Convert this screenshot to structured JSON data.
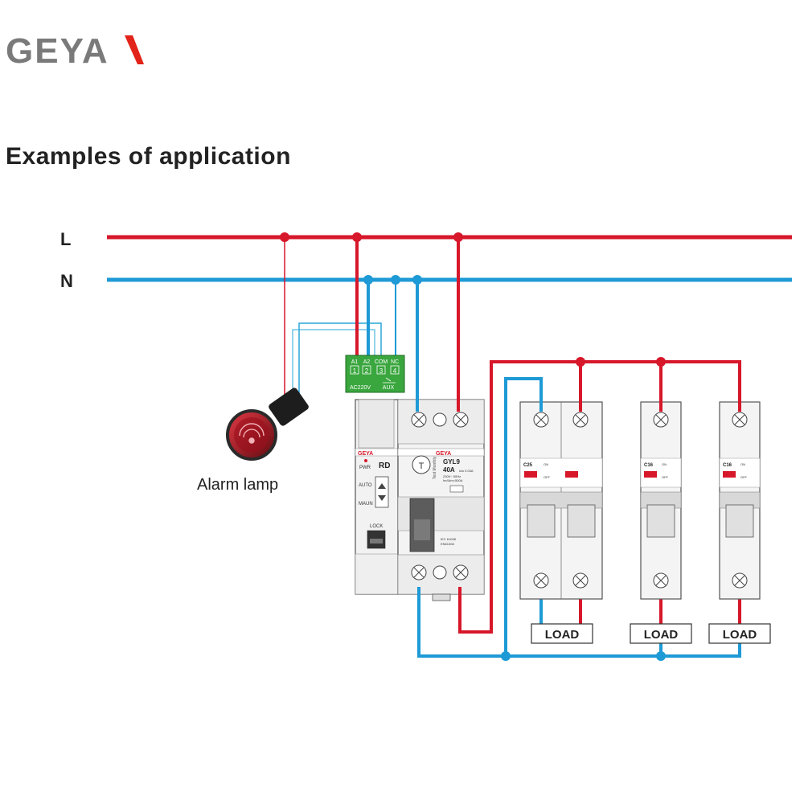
{
  "brand": {
    "logo_text": "GEYA"
  },
  "heading": "Examples of application",
  "lines": {
    "live": "L",
    "neutral": "N"
  },
  "colors": {
    "live": "#d7172a",
    "neutral": "#1e9ad6",
    "relay_green": "#3aa63e",
    "lamp_red": "#b0101c",
    "logo_gray": "#7a7a7a",
    "logo_red": "#e2231a"
  },
  "aux_block": {
    "terminals": [
      "A1",
      "A2",
      "COM",
      "NC"
    ],
    "numbers": [
      "1",
      "2",
      "3",
      "4"
    ],
    "voltage": "AC220V",
    "aux": "AUX"
  },
  "alarm_lamp": {
    "label": "Alarm lamp",
    "icon": "alarm-bell-icon"
  },
  "recloser": {
    "brand": "GEYA",
    "model": "RD",
    "pwr": "PWR",
    "auto": "AUTO",
    "manual": "MAUN",
    "lock": "LOCK",
    "test": "T",
    "side_text": "Test Monthly"
  },
  "rcbo": {
    "brand": "GEYA",
    "model": "GYL9",
    "rating": "40A",
    "sensitivity": "IΔn 0.03A",
    "spec_1": "230V~ 50Hz",
    "spec_2": "Im/IΔm=500A",
    "standard_1": "IEC 61008",
    "standard_2": "EN61008"
  },
  "breakers": [
    {
      "rating": "C25",
      "on": "ON",
      "off": "OFF"
    },
    {
      "rating": "C16",
      "on": "ON",
      "off": "OFF"
    },
    {
      "rating": "C16",
      "on": "ON",
      "off": "OFF"
    }
  ],
  "loads": [
    "LOAD",
    "LOAD",
    "LOAD"
  ]
}
